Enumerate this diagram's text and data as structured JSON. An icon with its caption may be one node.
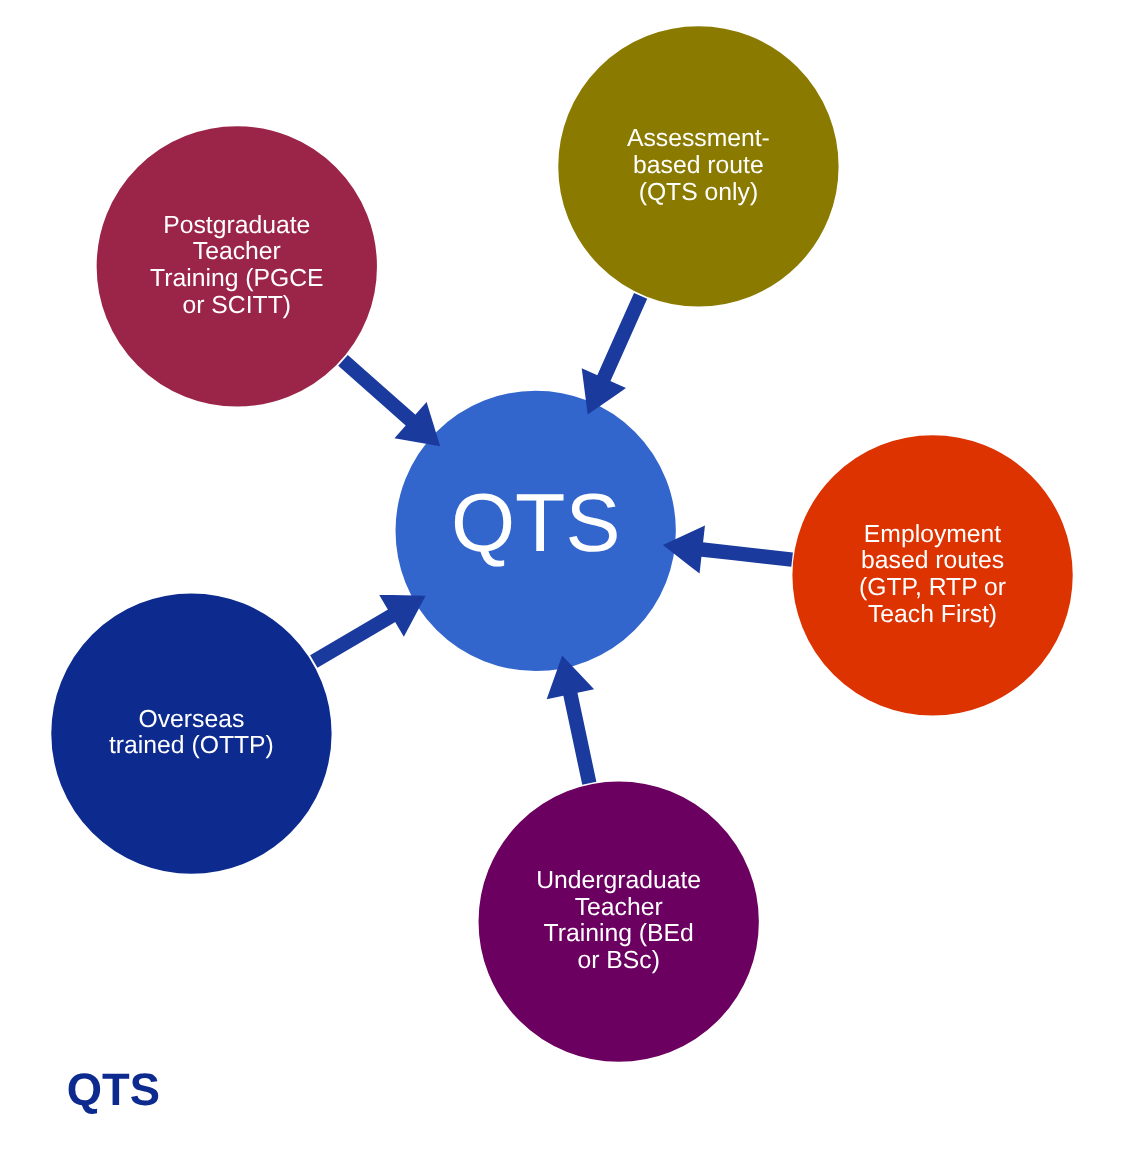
{
  "diagram": {
    "title": "QTS",
    "nodes": [
      {
        "text": [
          "Postgraduate Teacher Training (PGCE or SCITT)"
        ]
      },
      {
        "text": [
          "Employment based routes (GTP, RTP or Teach First)"
        ]
      },
      {
        "text": [
          "Undergraduate Teacher Training (BEd or BSc)"
        ]
      },
      {
        "text": [
          "QTS"
        ]
      },
      {
        "text": [
          "Assessment-based route (QTS only)"
        ]
      },
      {
        "text": [
          "Overseas trained (OTTP)"
        ]
      }
    ],
    "edges": [
      {
        "from": 0,
        "to": 3,
        "arrow": "to"
      },
      {
        "from": 1,
        "to": 3,
        "arrow": "to"
      },
      {
        "from": 2,
        "to": 3,
        "arrow": "to"
      },
      {
        "from": 4,
        "to": 3,
        "arrow": "to"
      },
      {
        "from": 5,
        "to": 3,
        "arrow": "to"
      }
    ]
  }
}
